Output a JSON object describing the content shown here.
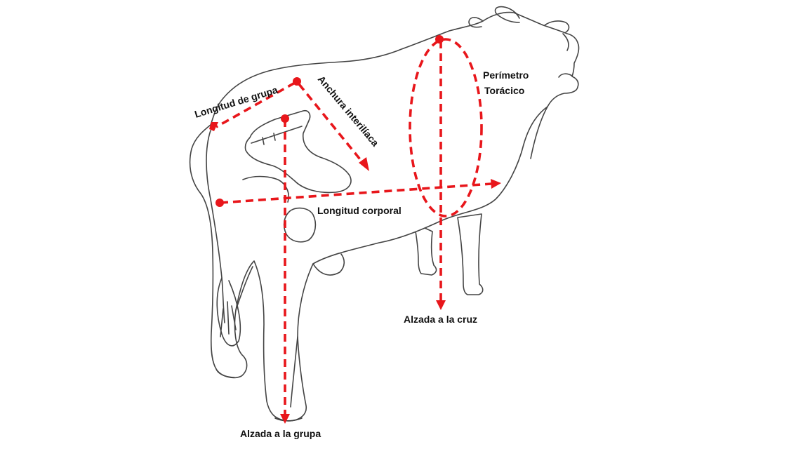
{
  "labels": {
    "longitud_grupa": "Longitud de grupa",
    "anchura_interiliaca": "Anchura interilíaca",
    "perimetro_line1": "Perímetro",
    "perimetro_line2": "Torácico",
    "longitud_corporal": "Longitud corporal",
    "alzada_cruz": "Alzada a la cruz",
    "alzada_grupa": "Alzada a la grupa"
  },
  "colors": {
    "measurement": "#e8161b",
    "outline": "#444444",
    "label_text": "#111111",
    "background": "#ffffff"
  }
}
